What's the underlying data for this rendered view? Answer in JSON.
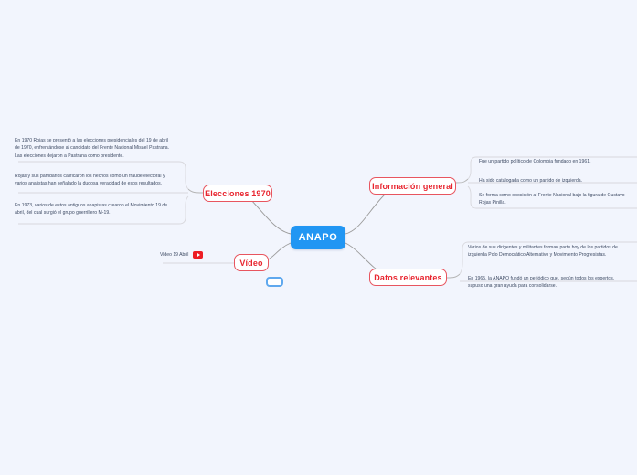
{
  "mindmap": {
    "background_color": "#f2f5fd",
    "root": {
      "label": "ANAPO",
      "color": "#2196f3",
      "text_color": "#ffffff"
    },
    "topic_color": "#e8252f",
    "topics": [
      {
        "id": "elecciones",
        "label": "Elecciones 1970",
        "side": "left",
        "leaves": [
          "En 1970 Rojas se presentó a las elecciones presidenciales del 19 de abril de 1970, enfrentándose al candidato del Frente Nacional Misael Pastrana. Las elecciones dejaron a Pastrana como presidente.",
          "Rojas y sus partidarios calificaron los hechos como un fraude electoral y varios analistas han señalado la dudosa veracidad de esos resultados.",
          "En 1973, varios de estos antiguos anapistas crearon el Movimiento 19 de abril,  del cual surgió el grupo guerrillero M-19."
        ]
      },
      {
        "id": "video",
        "label": "Vídeo",
        "side": "left",
        "link": {
          "label": "Video 19 Abril",
          "icon": "youtube-icon",
          "icon_color": "#ed1d24"
        }
      },
      {
        "id": "info",
        "label": "Información general",
        "side": "right",
        "leaves": [
          "Fue un partido político de Colombia fundado en 1961.",
          "Ha sido catalogada como un partido de izquierda.",
          "Se forma como oposición al Frente Nacional bajo la figura de Gustavo Rojas Pinilla."
        ]
      },
      {
        "id": "datos",
        "label": "Datos relevantes",
        "side": "right",
        "leaves": [
          "Varios de sus dirigentes y militantes forman parte hoy de los partidos de izquierda Polo Democrático Alternativo y Movimiento Progresistas.",
          "En 1965, la ANAPO fundó un periódico que, según todos los expertos, supuso una gran ayuda para consolidarse."
        ]
      }
    ],
    "empty_node": {
      "border_color": "#5fa8ee"
    }
  }
}
